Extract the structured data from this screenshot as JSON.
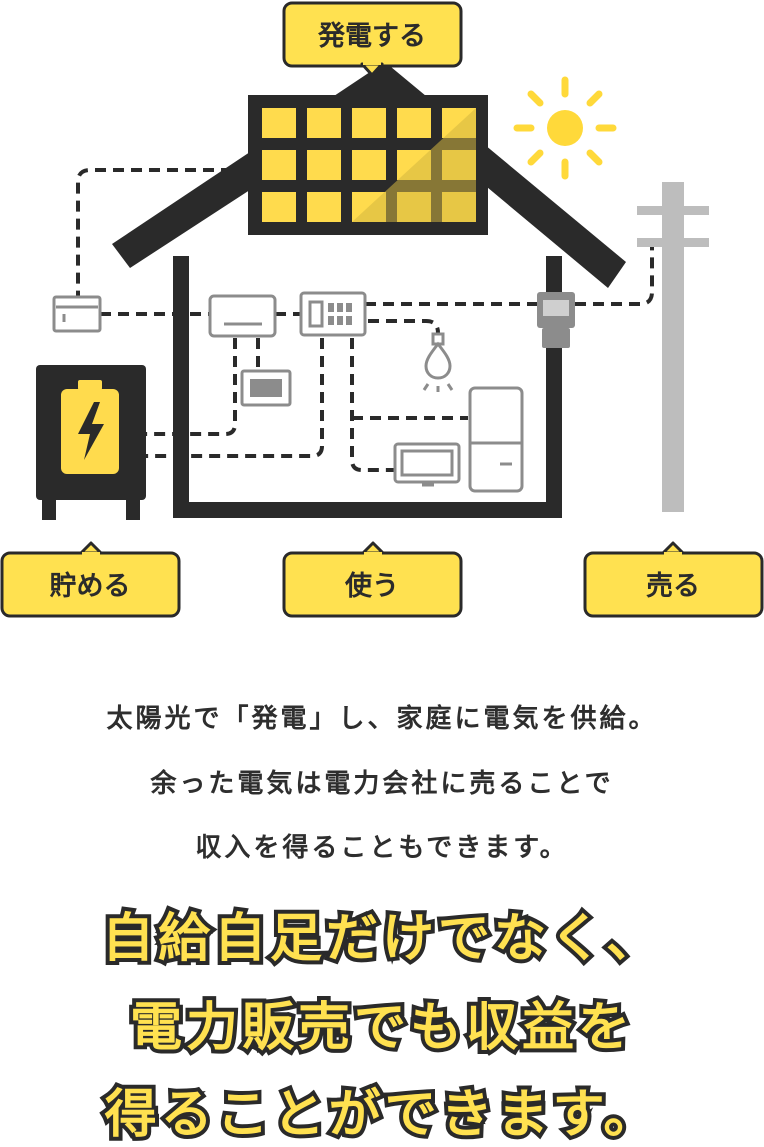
{
  "labels": {
    "generate": "発電する",
    "store": "貯める",
    "use": "使う",
    "sell": "売る"
  },
  "body": {
    "line1": "太陽光で「発電」し、家庭に電気を供給。",
    "line2": "余った電気は電力会社に売ることで",
    "line3": "収入を得ることもできます。"
  },
  "headline": {
    "line1": "自給自足だけでなく、",
    "line2": "電力販売でも収益を",
    "line3": "得ることができます。"
  },
  "colors": {
    "accent_yellow": "#ffe150",
    "dark": "#2a2a2a",
    "gray": "#8c8c8c",
    "pole": "#bdbdbd"
  },
  "icons": [
    "solar-panel-icon",
    "sun-icon",
    "utility-pole-icon",
    "battery-icon",
    "light-bulb-icon",
    "refrigerator-icon",
    "tv-icon",
    "air-conditioner-icon",
    "power-meter-icon"
  ]
}
